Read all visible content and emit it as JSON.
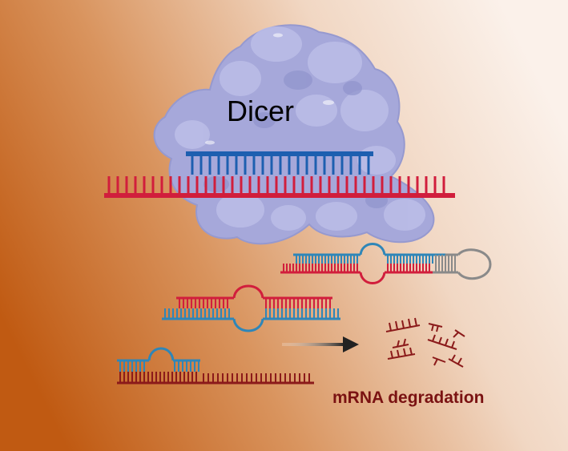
{
  "labels": {
    "dicer": "Dicer",
    "degradation": "mRNA degradation"
  },
  "colors": {
    "bg_left": "#c8621a",
    "bg_right": "#faeee6",
    "dicer_fill": "#a8aadb",
    "dicer_lump": "#bcbde6",
    "dicer_shadow": "#8e91c9",
    "rna_red": "#d11e3c",
    "rna_blue": "#1d5fb0",
    "rna_teal": "#2f86b8",
    "rna_dark": "#8b1a1a",
    "loop_gray": "#8a8a8a",
    "label_text": "#000000",
    "degradation_text": "#7a1212",
    "arrow": "#222222"
  },
  "icons": {
    "dicer": "dicer-protein-blob",
    "arrow": "right-arrow-icon",
    "fragments": "rna-fragment-icons"
  }
}
